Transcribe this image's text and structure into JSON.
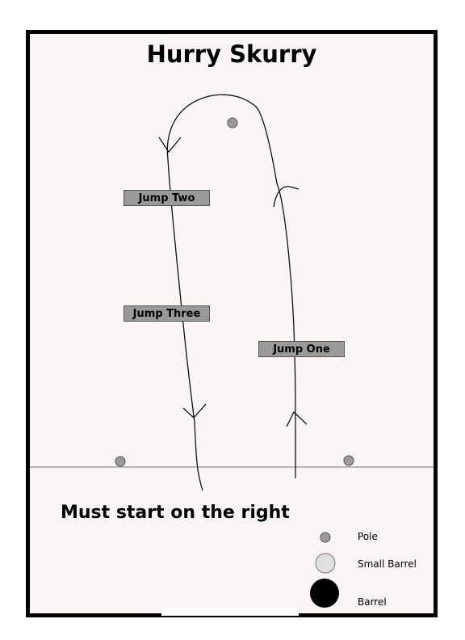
{
  "diagram": {
    "title": "Hurry Skurry",
    "jumps": {
      "one": "Jump One",
      "two": "Jump Two",
      "three": "Jump Three"
    },
    "start_note": "Must start on the right",
    "legend": {
      "pole": "Pole",
      "small_barrel": "Small Barrel",
      "barrel": "Barrel"
    },
    "colors": {
      "background": "#fbf6f6",
      "jump_fill": "#9a9a9a",
      "pole": "#9a9a9a",
      "small_barrel": "#e0e0e0",
      "barrel": "#000000"
    }
  }
}
